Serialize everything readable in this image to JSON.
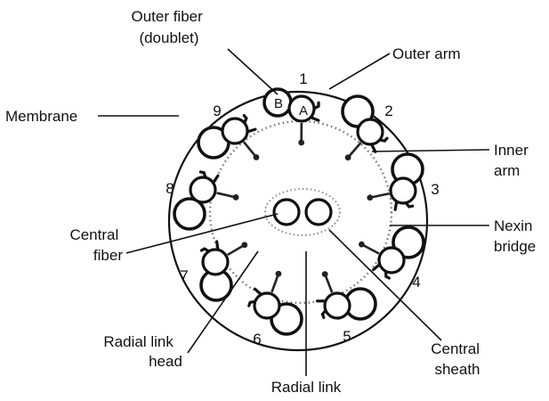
{
  "title": "",
  "doublet_numbers": [
    "1",
    "2",
    "3",
    "4",
    "5",
    "6",
    "7",
    "8",
    "9"
  ],
  "doublet_letters": {
    "b": "B",
    "a": "A"
  },
  "labels": {
    "outer_fiber": [
      "Outer fiber",
      "(doublet)"
    ],
    "outer_arm": [
      "Outer arm"
    ],
    "membrane": [
      "Membrane"
    ],
    "inner_arm": [
      "Inner",
      "arm"
    ],
    "nexin_bridge": [
      "Nexin",
      "bridge"
    ],
    "central_fiber": [
      "Central",
      "fiber"
    ],
    "central_sheath": [
      "Central",
      "sheath"
    ],
    "radial_link_head": [
      "Radial link",
      "head"
    ],
    "radial_link": [
      "Radial link"
    ]
  }
}
